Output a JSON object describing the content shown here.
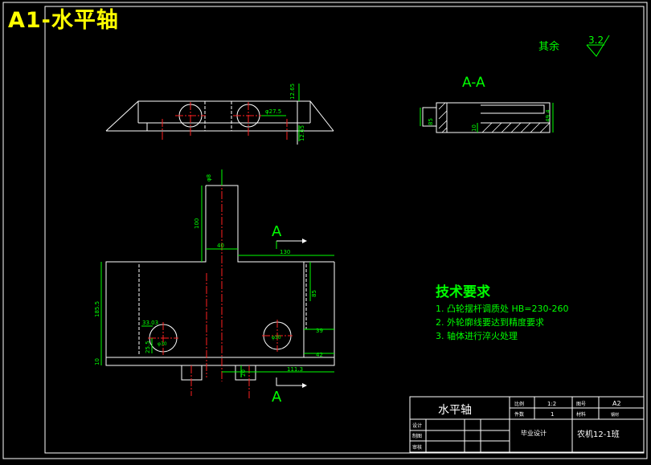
{
  "drawing": {
    "sheet_title": "A1-水平轴",
    "surface_note": {
      "label": "其余",
      "value": "3.2"
    },
    "section_label": "A-A",
    "section_marker": "A"
  },
  "dimensions": {
    "top_view": [
      "12.65",
      "φ27.5",
      "12.65"
    ],
    "section_view": [
      "85",
      "49.4",
      "10"
    ],
    "front_view": [
      "φ8",
      "100",
      "40",
      "130",
      "185.5",
      "33.03",
      "φ30",
      "φ30",
      "85",
      "39",
      "42",
      "10",
      "111.3",
      "20",
      "25.5"
    ]
  },
  "technical_requirements": {
    "heading": "技术要求",
    "items": [
      "1. 凸轮摆杆调质处 HB=230-260",
      "2. 外轮廓线要达到精度要求",
      "3. 轴体进行淬火处理"
    ]
  },
  "title_block": {
    "part_name": "水平轴",
    "scale_label": "比例",
    "scale_value": "1:2",
    "sheet_label": "图号",
    "sheet_value": "A2",
    "qty_label": "件数",
    "qty_value": "1",
    "material_label": "材料",
    "material_value": "钢材",
    "design_label": "设计",
    "draw_label": "制图",
    "review_label": "审核",
    "school": "毕业设计",
    "class_code": "农机12-1班"
  }
}
